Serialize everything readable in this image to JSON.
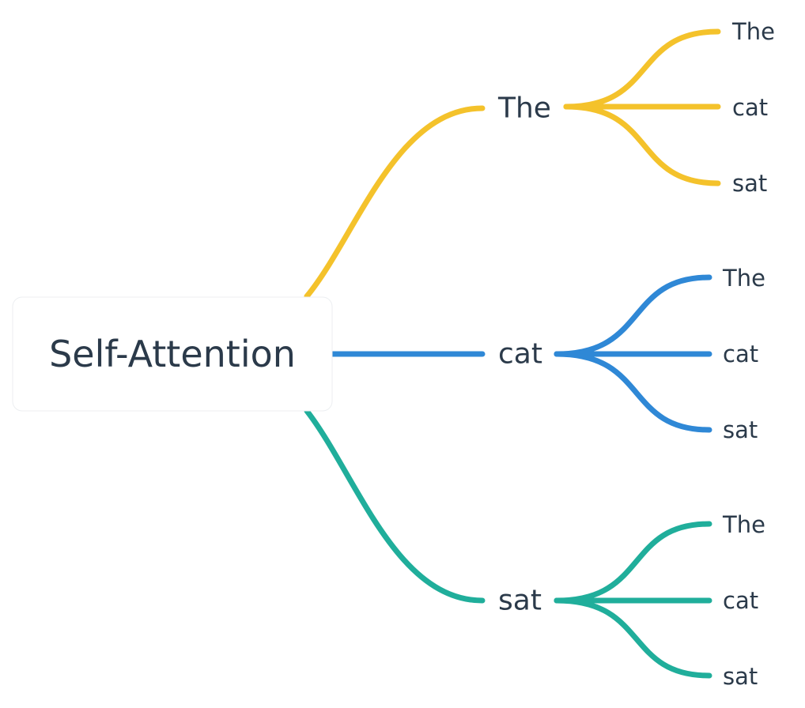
{
  "root": {
    "label": "Self-Attention"
  },
  "branches": [
    {
      "label": "The",
      "color": "#f4c22b",
      "children": [
        {
          "label": "The"
        },
        {
          "label": "cat"
        },
        {
          "label": "sat"
        }
      ]
    },
    {
      "label": "cat",
      "color": "#2f88d6",
      "children": [
        {
          "label": "The"
        },
        {
          "label": "cat"
        },
        {
          "label": "sat"
        }
      ]
    },
    {
      "label": "sat",
      "color": "#20ae9b",
      "children": [
        {
          "label": "The"
        },
        {
          "label": "cat"
        },
        {
          "label": "sat"
        }
      ]
    }
  ]
}
